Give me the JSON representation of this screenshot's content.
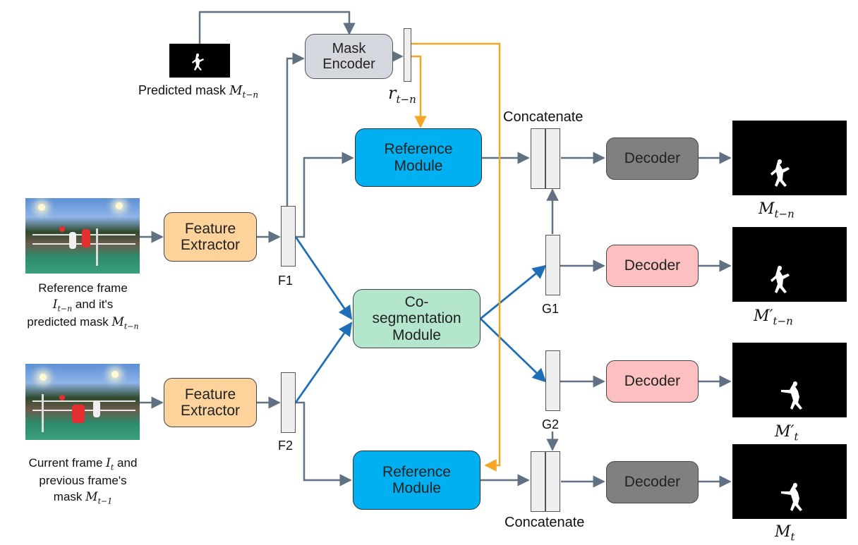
{
  "modules": {
    "mask_encoder": "Mask\nEncoder",
    "feature_extractor_1": "Feature\nExtractor",
    "feature_extractor_2": "Feature\nExtractor",
    "reference_module_top": "Reference\nModule",
    "reference_module_bottom": "Reference\nModule",
    "cosegmentation": "Co-\nsegmentation\nModule",
    "decoder_1": "Decoder",
    "decoder_2": "Decoder",
    "decoder_3": "Decoder",
    "decoder_4": "Decoder"
  },
  "labels": {
    "predicted_mask": "Predicted mask",
    "predicted_mask_math": "M_{t−n}",
    "r_label": "r_{t−n}",
    "concatenate_top": "Concatenate",
    "concatenate_bottom": "Concatenate",
    "f1": "F1",
    "f2": "F2",
    "g1": "G1",
    "g2": "G2"
  },
  "captions": {
    "reference_line1": "Reference frame",
    "reference_line2_math": "I_{t−n}",
    "reference_line2_text": " and it's",
    "reference_line3_text": "predicted mask ",
    "reference_line3_math": "M_{t−n}",
    "current_line1_text": "Current frame ",
    "current_line1_math": "I_t",
    "current_line1_tail": " and",
    "current_line2": "previous frame's",
    "current_line3_text": "mask ",
    "current_line3_math": "M_{t−1}"
  },
  "outputs": {
    "out1": "M_{t−n}",
    "out2": "M′_{t−n}",
    "out3": "M′_t",
    "out4": "M_t"
  },
  "colors": {
    "arrow_grey": "#5f7183",
    "arrow_blue": "#1f6fb8",
    "arrow_orange": "#f5a623",
    "feature_extractor": "#fdd39b",
    "reference_module": "#00b0f0",
    "cosegmentation": "#b3e6cc",
    "decoder_grey": "#808080",
    "decoder_pink": "#fcc0c0",
    "mask_encoder": "#d4d8de"
  }
}
